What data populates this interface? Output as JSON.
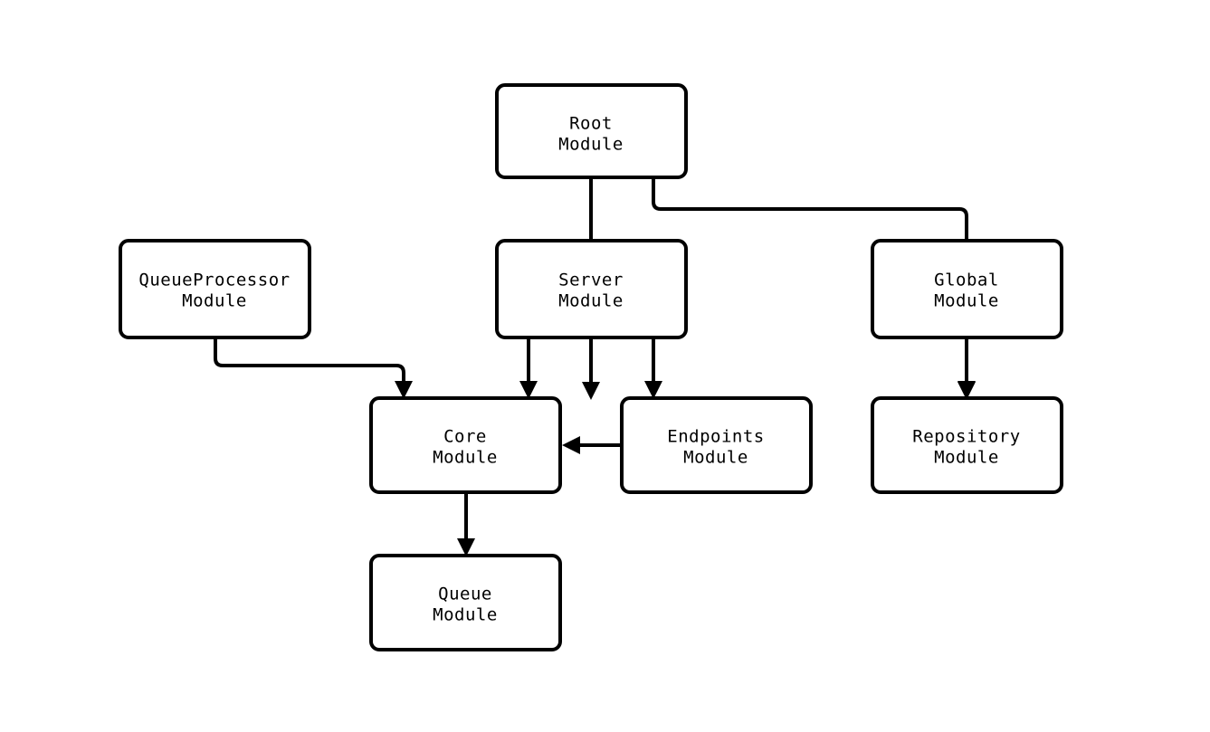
{
  "diagram": {
    "kind": "module-dependency-graph",
    "background_color": "#ffffff",
    "stroke_color": "#000000",
    "node_fill_color": "#ffffff",
    "nodes": [
      {
        "id": "root",
        "line1": "Root",
        "line2": "Module"
      },
      {
        "id": "queueprocessor",
        "line1": "QueueProcessor",
        "line2": "Module"
      },
      {
        "id": "server",
        "line1": "Server",
        "line2": "Module"
      },
      {
        "id": "global",
        "line1": "Global",
        "line2": "Module"
      },
      {
        "id": "core",
        "line1": "Core",
        "line2": "Module"
      },
      {
        "id": "endpoints",
        "line1": "Endpoints",
        "line2": "Module"
      },
      {
        "id": "repository",
        "line1": "Repository",
        "line2": "Module"
      },
      {
        "id": "queue",
        "line1": "Queue",
        "line2": "Module"
      }
    ],
    "edges": [
      {
        "from": "root",
        "to": "server"
      },
      {
        "from": "root",
        "to": "global"
      },
      {
        "from": "queueprocessor",
        "to": "core"
      },
      {
        "from": "server",
        "to": "core"
      },
      {
        "from": "server",
        "to": "endpoints"
      },
      {
        "from": "global",
        "to": "repository"
      },
      {
        "from": "endpoints",
        "to": "core"
      },
      {
        "from": "core",
        "to": "queue"
      }
    ]
  }
}
